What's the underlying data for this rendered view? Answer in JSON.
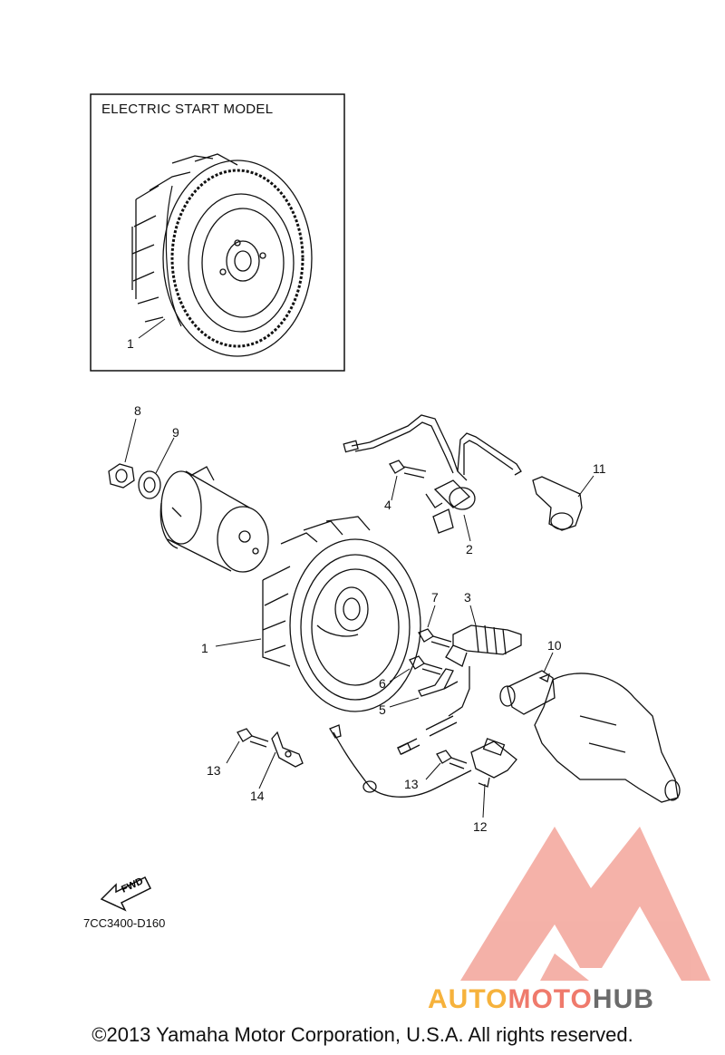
{
  "inset": {
    "title": "ELECTRIC START MODEL",
    "callout": "1"
  },
  "callouts": {
    "p1": "1",
    "p2": "2",
    "p3": "3",
    "p4": "4",
    "p5": "5",
    "p6": "6",
    "p7": "7",
    "p8": "8",
    "p9": "9",
    "p10": "10",
    "p11": "11",
    "p12": "12",
    "p13a": "13",
    "p13b": "13",
    "p14": "14"
  },
  "fwd_label": "FWD",
  "diagram_code": "7CC3400-D160",
  "watermark": {
    "part1": "AUTO",
    "part2": "MOTO",
    "part3": "HUB",
    "colors": {
      "auto": "#f6b23c",
      "moto": "#ef7a6c",
      "hub": "#6b6b6b",
      "logo": "#f3a49a"
    }
  },
  "copyright": "©2013 Yamaha Motor Corporation, U.S.A. All rights reserved."
}
